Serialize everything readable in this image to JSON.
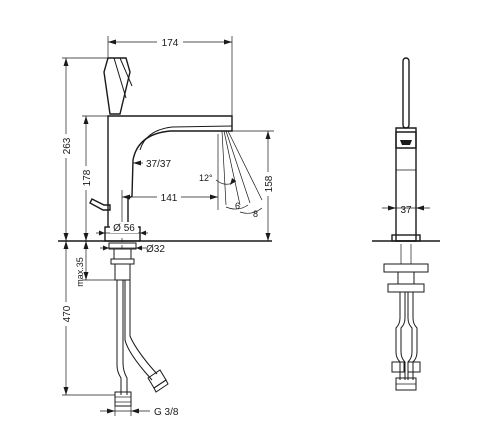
{
  "front_view": {
    "dim_width": "174",
    "dim_total_height": "263",
    "dim_spout_height": "178",
    "dim_spout_clearance": "158",
    "dim_projection": "141",
    "dim_spout_size": "37/37",
    "dim_base_diameter": "Ø 56",
    "dim_hole_diameter": "Ø32",
    "dim_angle": "12°",
    "dim_angle_a": "6",
    "dim_angle_b": "8",
    "dim_max_thickness": "max.35",
    "dim_hose_length": "470",
    "dim_thread": "G 3/8"
  },
  "side_view": {
    "dim_body_width": "37"
  }
}
